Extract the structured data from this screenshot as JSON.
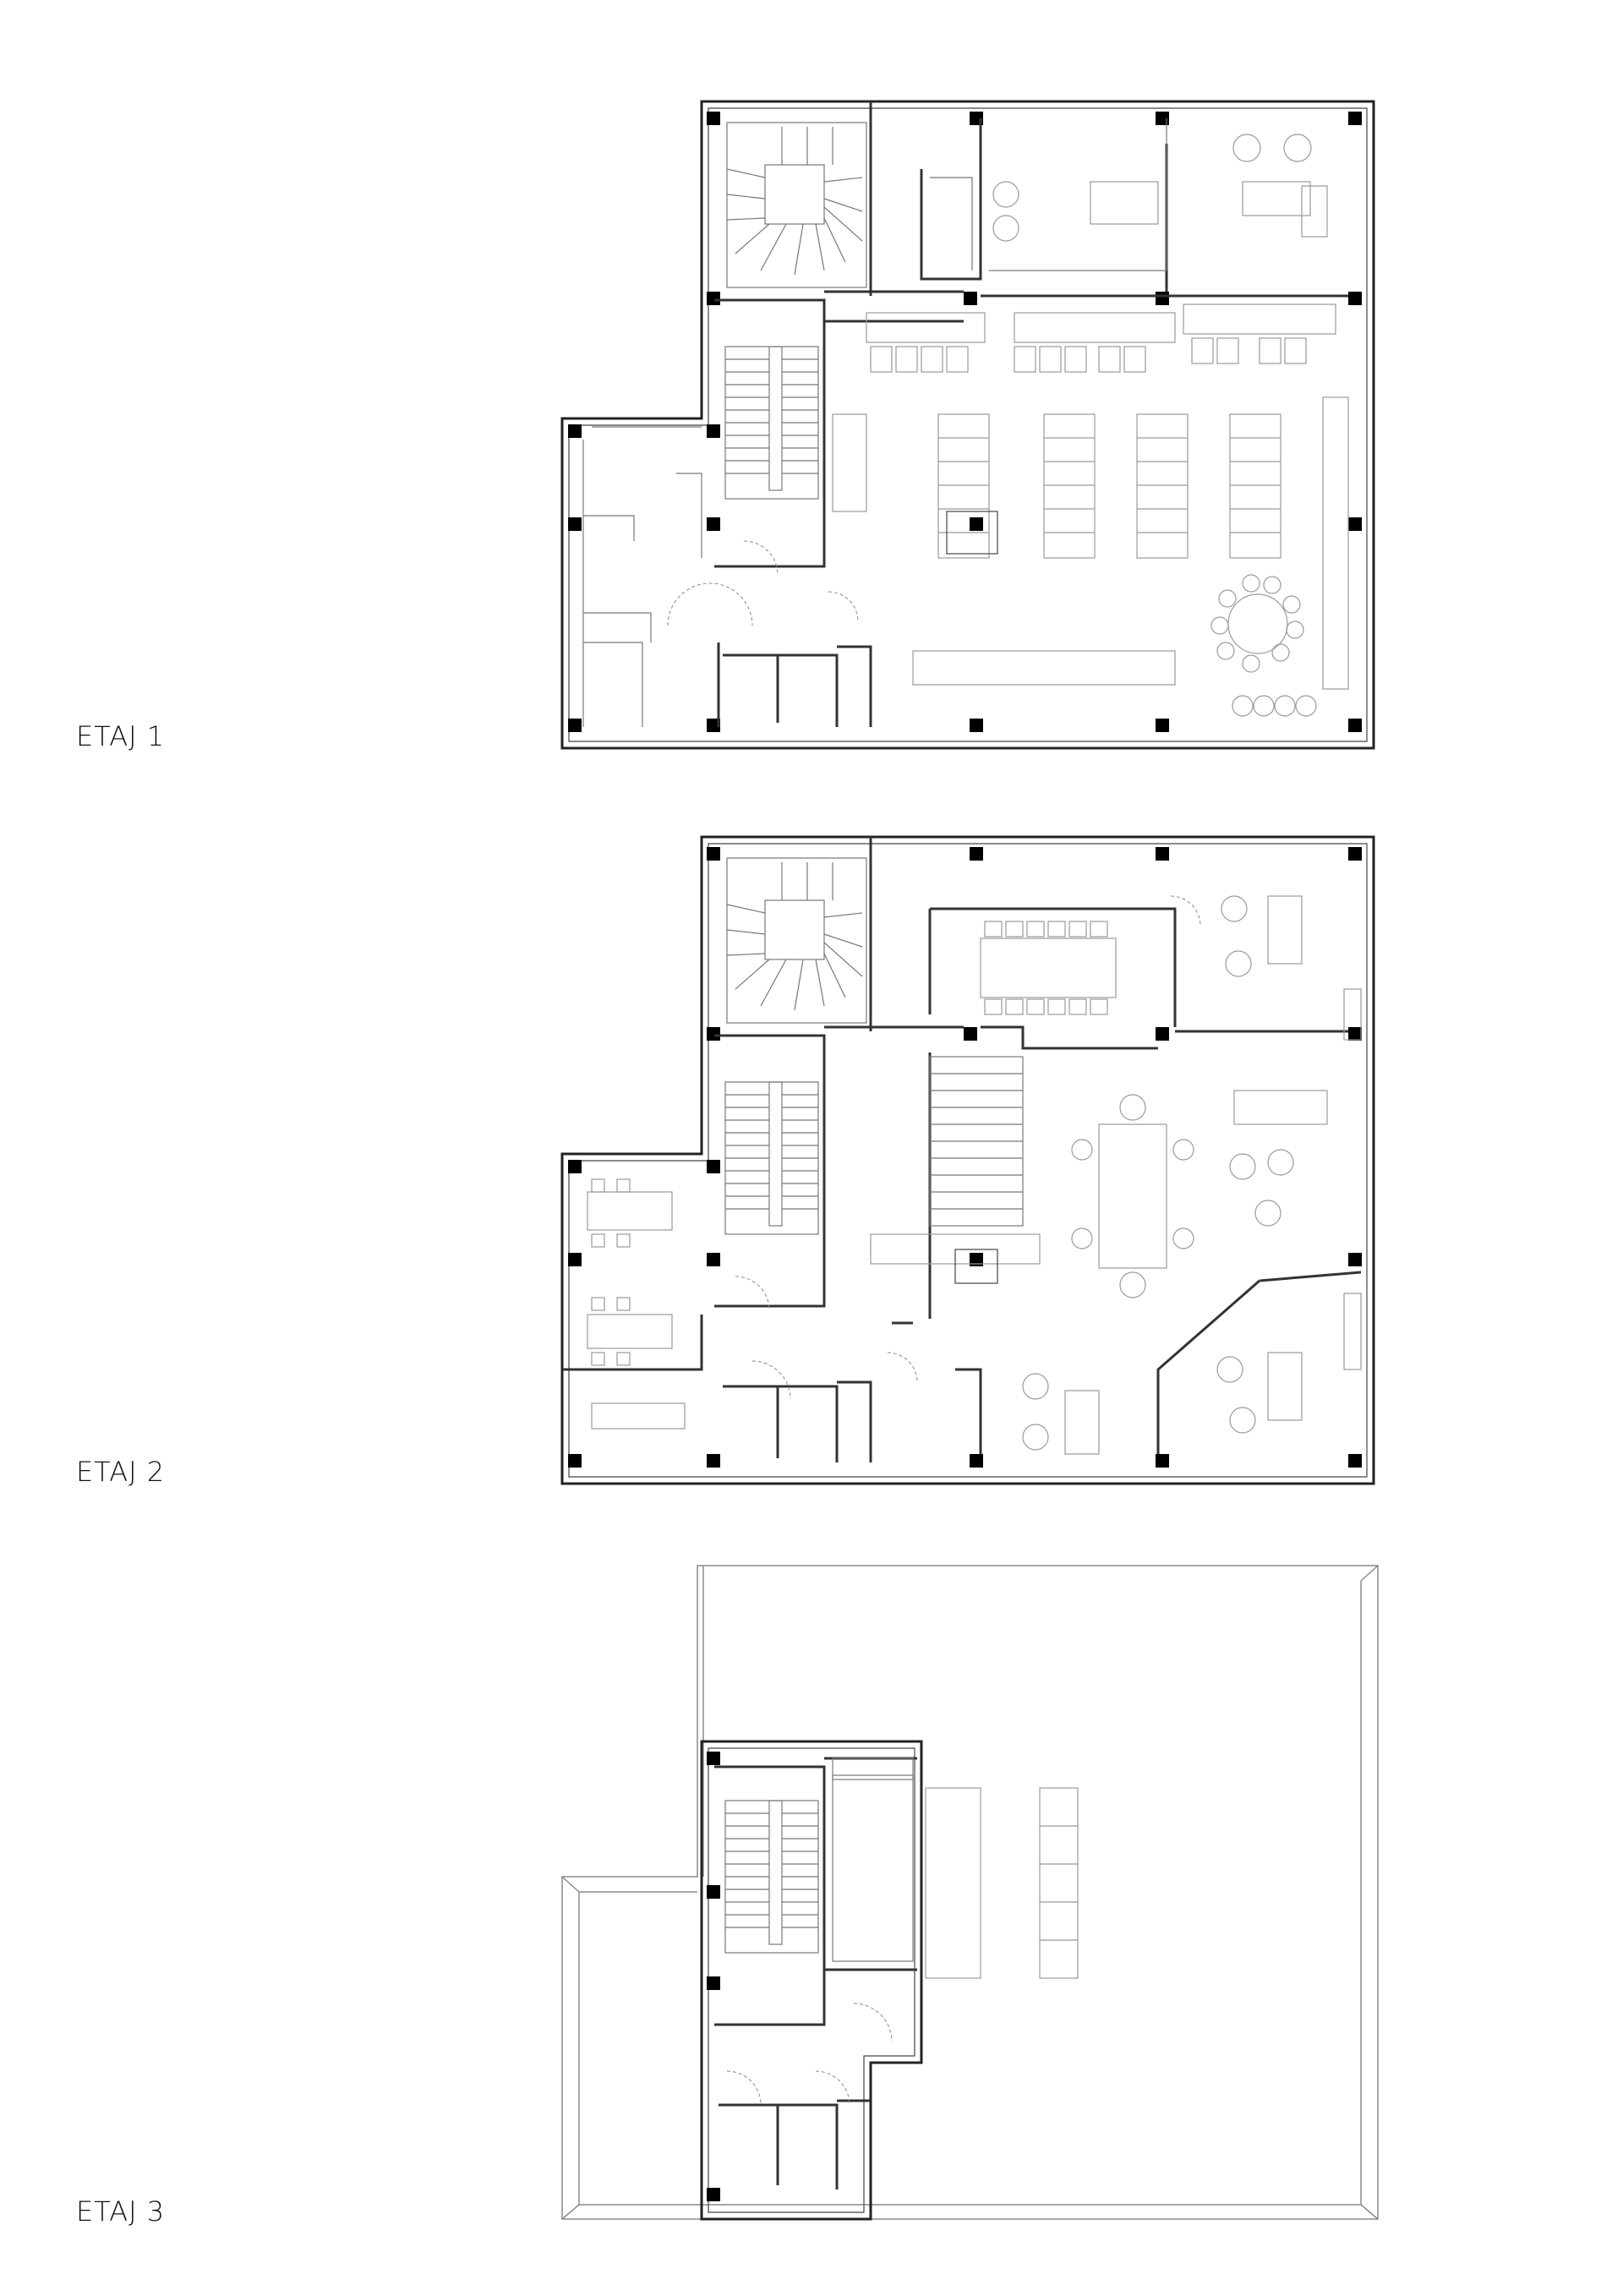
{
  "floors": [
    {
      "label": "ETAJ 1"
    },
    {
      "label": "ETAJ 2"
    },
    {
      "label": "ETAJ 3"
    }
  ],
  "colors": {
    "line": "#222222",
    "furniture": "#9a9a9a",
    "column": "#000000",
    "background": "#ffffff"
  }
}
